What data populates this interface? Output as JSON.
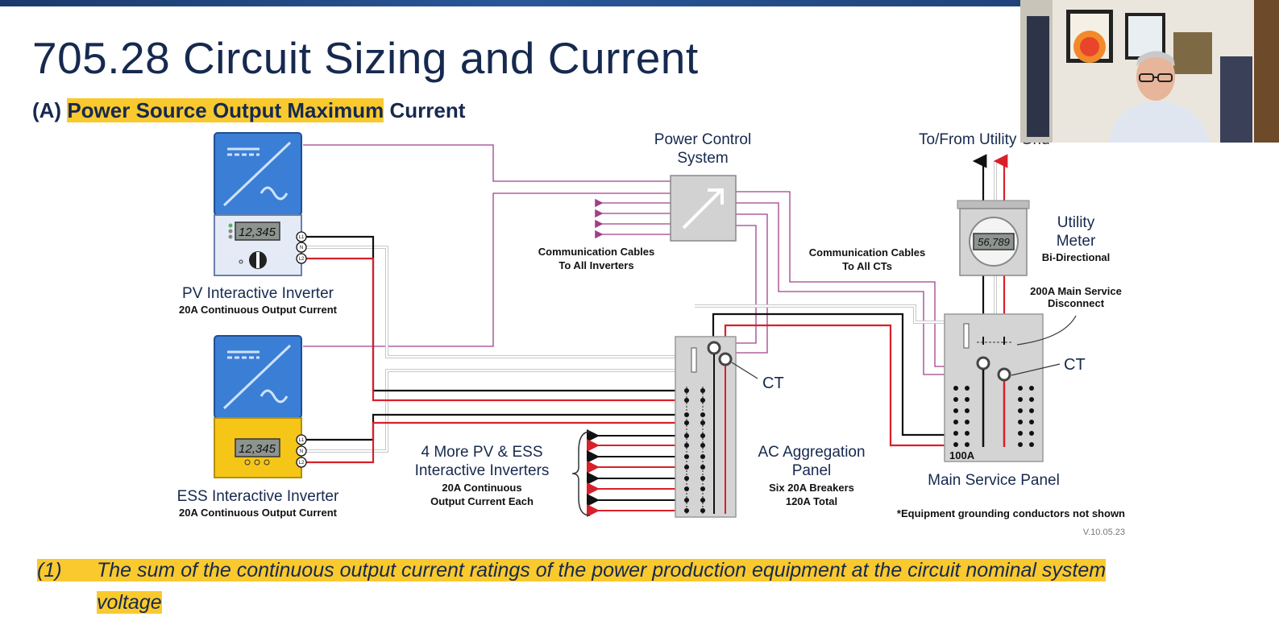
{
  "slide": {
    "title": "705.28 Circuit Sizing and Current",
    "subtitle_prefix": "(A) ",
    "subtitle_highlight": "Power Source Output Maximum",
    "subtitle_suffix": " Current"
  },
  "diagram": {
    "pv_inverter": {
      "label": "PV Interactive Inverter",
      "sublabel": "20A Continuous Output Current",
      "display": "12,345"
    },
    "ess_inverter": {
      "label": "ESS Interactive Inverter",
      "sublabel": "20A Continuous Output Current",
      "display": "12,345"
    },
    "terminals": {
      "l1": "L1",
      "n": "N",
      "l2": "L2"
    },
    "power_control": {
      "label_line1": "Power Control",
      "label_line2": "System"
    },
    "comm_inverters": {
      "line1": "Communication Cables",
      "line2": "To All Inverters"
    },
    "comm_cts": {
      "line1": "Communication Cables",
      "line2": "To All CTs"
    },
    "utility": {
      "grid_label": "To/From Utility Grid",
      "meter_label1": "Utility",
      "meter_label2": "Meter",
      "meter_sub": "Bi-Directional",
      "meter_display": "56,789"
    },
    "disconnect": {
      "line1": "200A Main Service",
      "line2": "Disconnect"
    },
    "ct_label": "CT",
    "ct_label_main": "CT",
    "more_inverters": {
      "line1": "4 More PV & ESS",
      "line2": "Interactive Inverters",
      "line3": "20A Continuous",
      "line4": "Output Current Each"
    },
    "agg_panel": {
      "line1": "AC Aggregation",
      "line2": "Panel",
      "line3": "Six 20A Breakers",
      "line4": "120A Total"
    },
    "main_panel": {
      "label": "Main Service Panel",
      "breaker": "100A"
    },
    "note": "*Equipment grounding conductors not shown",
    "version": "V.10.05.23",
    "colors": {
      "navy": "#16294f",
      "inverter_blue": "#3a7fd5",
      "ess_yellow": "#f5c518",
      "wire_red": "#d8202a",
      "comm_purple": "#a0408a",
      "highlight": "#f9c92e"
    }
  },
  "footnote": {
    "number": "(1)",
    "line1": "The sum of the continuous output current ratings of the power production equipment at the circuit nominal system",
    "line2": "voltage"
  },
  "webcam": {
    "description_icon": "presenter-video-icon"
  }
}
